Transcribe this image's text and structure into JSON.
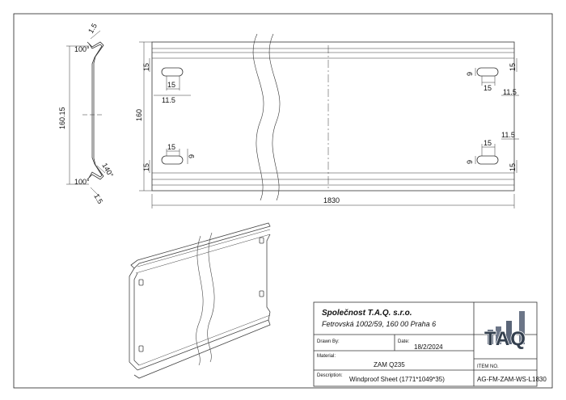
{
  "drawing": {
    "side_view": {
      "top_lip": "1.5",
      "top_angle": "100°",
      "height": "160.15",
      "bottom_angle_inner": "140°",
      "bottom_angle": "100°",
      "bottom_lip": "1.5"
    },
    "front_view": {
      "left_top_edge": "15",
      "left_slot_width": "15",
      "left_slot_offset": "11.5",
      "height": "160",
      "left_bottom_slot_width": "15",
      "left_bottom_slot_height": "9",
      "left_bottom_edge": "15",
      "right_top_slot_height": "9",
      "right_top_slot_width": "15",
      "right_top_edge": "15",
      "right_top_offset": "11.5",
      "right_bottom_offset": "11.5",
      "right_bottom_slot_height": "9",
      "right_bottom_slot_width": "15",
      "right_bottom_edge": "15",
      "length": "1830"
    }
  },
  "title_block": {
    "company": "Společnost T.A.Q. s.r.o.",
    "address": "Fetrovská 1002/59, 160 00 Praha 6",
    "drawn_by_label": "Drawn By:",
    "drawn_by": "",
    "date_label": "Date:",
    "date": "18/2/2024",
    "material_label": "Material:",
    "material": "ZAM Q235",
    "description_label": "Description:",
    "description": "Windproof Sheet (1771*1049*35)",
    "item_no_label": "ITEM NO.",
    "item_no": "AG-FM-ZAM-WS-L1830",
    "logo_text": "TAQ"
  }
}
